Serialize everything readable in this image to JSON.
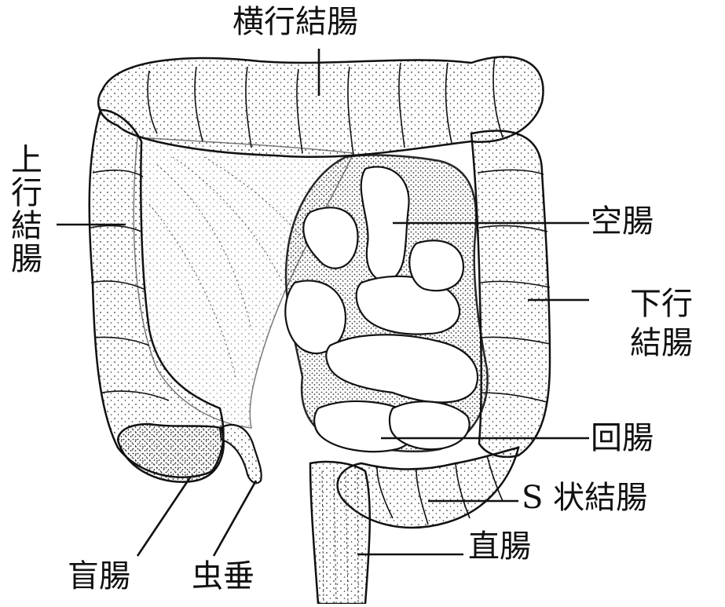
{
  "labels": {
    "transverse_colon": "横行結腸",
    "ascending_colon": "上行結腸",
    "jejunum": "空腸",
    "descending_colon_line1": "下行",
    "descending_colon_line2": "結腸",
    "ileum": "回腸",
    "sigmoid_colon": "S 状結腸",
    "rectum": "直腸",
    "cecum": "盲腸",
    "appendix": "虫垂"
  },
  "colors": {
    "ink": "#111111",
    "background": "#ffffff"
  }
}
